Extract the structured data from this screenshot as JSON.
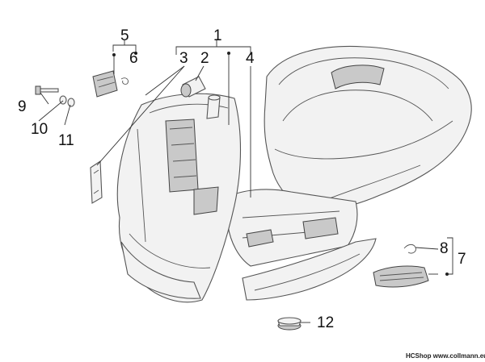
{
  "callouts": {
    "c1": "1",
    "c2": "2",
    "c3": "3",
    "c4": "4",
    "c5": "5",
    "c6": "6",
    "c7": "7",
    "c8": "8",
    "c9": "9",
    "c10": "10",
    "c11": "11",
    "c12": "12"
  },
  "credit": "HCShop www.collmann.eu"
}
